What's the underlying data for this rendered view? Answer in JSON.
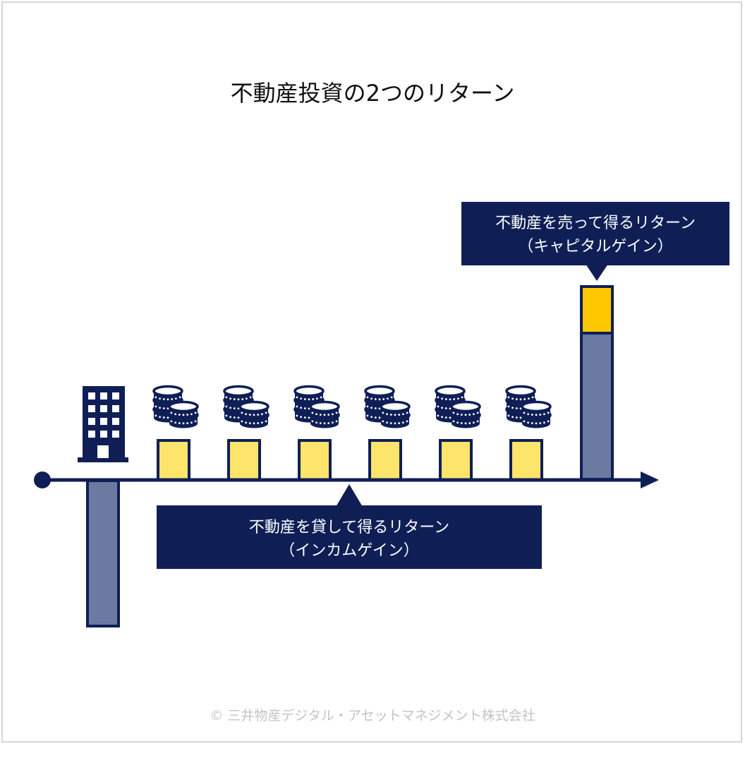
{
  "title": "不動産投資の2つのリターン",
  "capital_gain": {
    "line1": "不動産を売って得るリターン",
    "line2": "（キャピタルゲイン）"
  },
  "income_gain": {
    "line1": "不動産を貸して得るリターン",
    "line2": "（インカムゲイン）"
  },
  "copyright": "© 三井物産デジタル・アセットマネジメント株式会社",
  "colors": {
    "navy": "#0f1f56",
    "slate": "#6a7aa0",
    "yellow_light": "#fde46a",
    "yellow_gold": "#fec800",
    "white": "#ffffff"
  },
  "icons": {
    "building": "building-icon",
    "coins": "coin-stack-icon"
  },
  "diagram": {
    "income_periods": 6,
    "coin_icons": 6
  }
}
